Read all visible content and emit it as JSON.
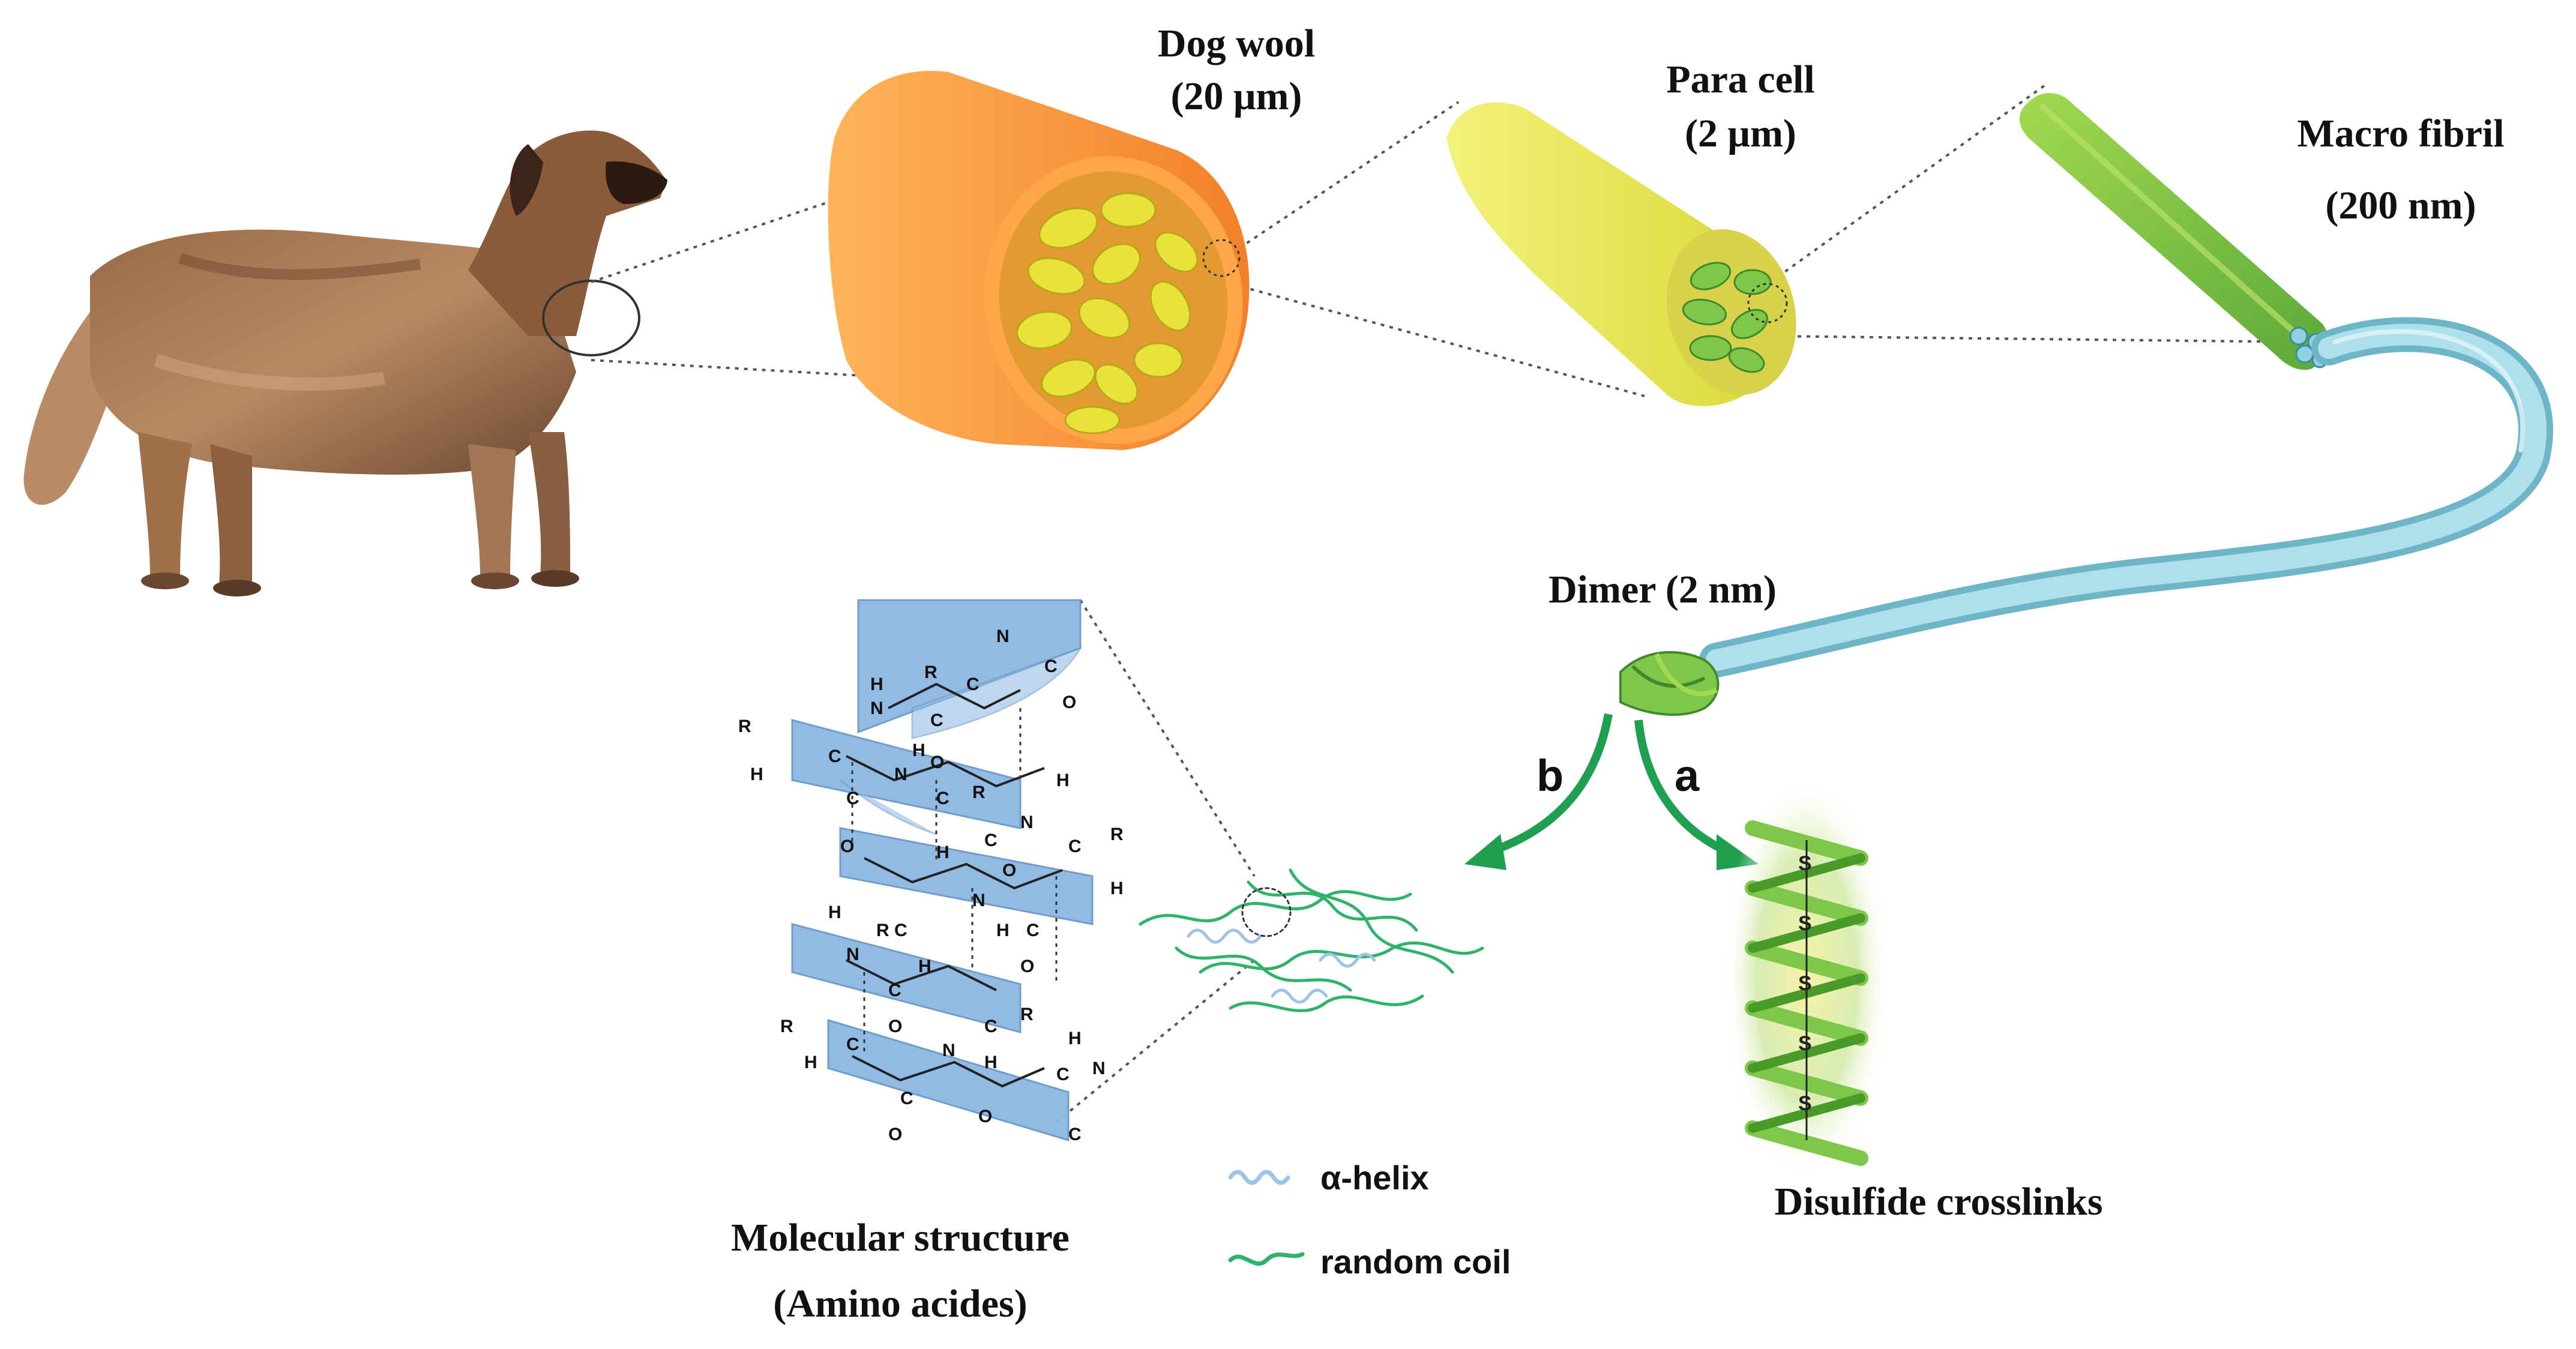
{
  "labels": {
    "dog_wool": "Dog wool",
    "dog_wool_size": "(20 μm)",
    "para_cell": "Para cell",
    "para_cell_size": "(2 μm)",
    "macro_fibril": "Macro fibril",
    "macro_fibril_size": "(200 nm)",
    "dimer": "Dimer (2 nm)",
    "path_b": "b",
    "path_a": "a",
    "disulfide": "Disulfide crosslinks",
    "molecular_structure": "Molecular structure",
    "amino_acides": "(Amino acides)"
  },
  "legend": {
    "alpha_helix": "α-helix",
    "random_coil": "random coil"
  },
  "chem": {
    "atoms": [
      "N",
      "C",
      "O",
      "H",
      "R",
      "S"
    ]
  },
  "colors": {
    "wool_outer": "#f59a3a",
    "wool_fibers": "#e8e23a",
    "para_cell": "#e6e84a",
    "fibril": "#7fc74a",
    "tube": "#8fd0e0",
    "helix_ribbon": "#8db8e2",
    "arrow": "#1fa050",
    "coil": "#2fb36a"
  }
}
